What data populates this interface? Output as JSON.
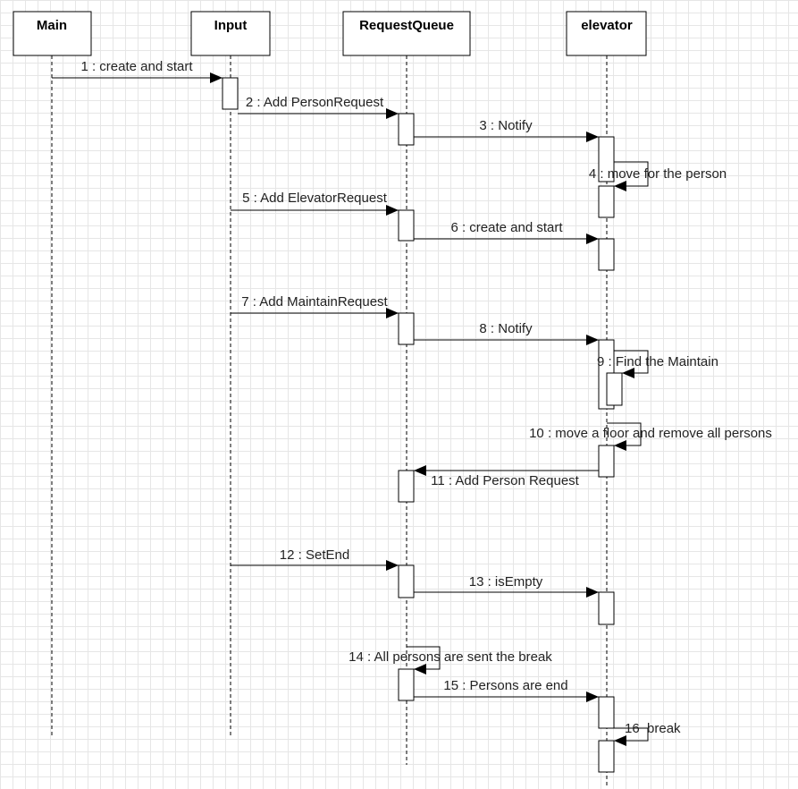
{
  "participants": [
    {
      "id": "main",
      "name": "Main"
    },
    {
      "id": "input",
      "name": "Input"
    },
    {
      "id": "request_queue",
      "name": "RequestQueue"
    },
    {
      "id": "elevator",
      "name": "elevator"
    }
  ],
  "messages": [
    {
      "n": 1,
      "label": "1 : create and start",
      "from": "main",
      "to": "input"
    },
    {
      "n": 2,
      "label": "2 : Add PersonRequest",
      "from": "input",
      "to": "request_queue"
    },
    {
      "n": 3,
      "label": "3 : Notify",
      "from": "request_queue",
      "to": "elevator"
    },
    {
      "n": 4,
      "label": "4 : move for the person",
      "from": "elevator",
      "to": "elevator"
    },
    {
      "n": 5,
      "label": "5 : Add ElevatorRequest",
      "from": "input",
      "to": "request_queue"
    },
    {
      "n": 6,
      "label": "6 : create and start",
      "from": "request_queue",
      "to": "elevator"
    },
    {
      "n": 7,
      "label": "7 : Add MaintainRequest",
      "from": "input",
      "to": "request_queue"
    },
    {
      "n": 8,
      "label": "8 : Notify",
      "from": "request_queue",
      "to": "elevator"
    },
    {
      "n": 9,
      "label": "9 : Find the Maintain",
      "from": "elevator",
      "to": "elevator"
    },
    {
      "n": 10,
      "label": "10 : move a floor and remove all persons",
      "from": "elevator",
      "to": "elevator"
    },
    {
      "n": 11,
      "label": "11 : Add Person Request",
      "from": "elevator",
      "to": "request_queue"
    },
    {
      "n": 12,
      "label": "12 : SetEnd",
      "from": "input",
      "to": "request_queue"
    },
    {
      "n": 13,
      "label": "13 : isEmpty",
      "from": "request_queue",
      "to": "elevator"
    },
    {
      "n": 14,
      "label": "14 : All persons are sent the break",
      "from": "request_queue",
      "to": "request_queue"
    },
    {
      "n": 15,
      "label": "15 : Persons are end",
      "from": "request_queue",
      "to": "elevator"
    },
    {
      "n": 16,
      "label": "16  break",
      "from": "elevator",
      "to": "elevator"
    }
  ]
}
